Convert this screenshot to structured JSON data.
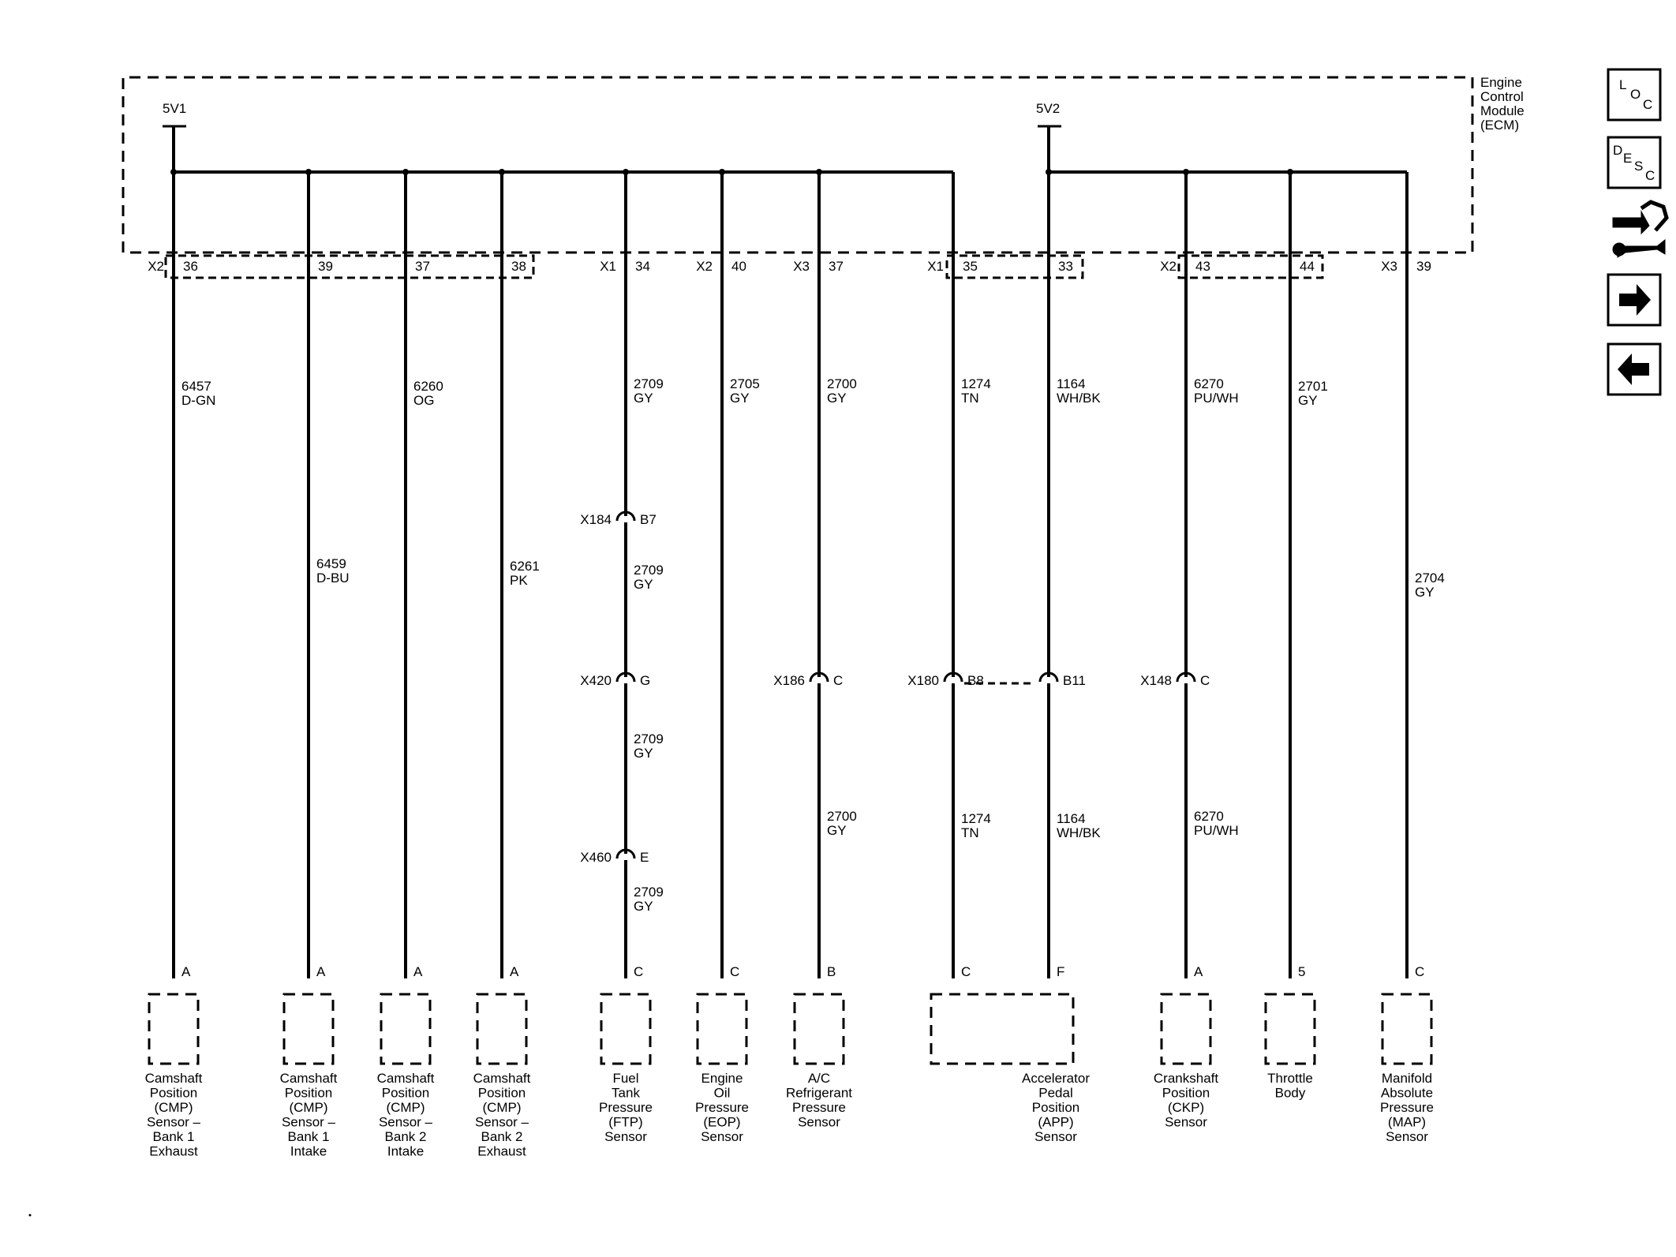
{
  "ecm": {
    "lines": [
      "Engine",
      "Control",
      "Module",
      "(ECM)"
    ],
    "supplies": [
      "5V1",
      "5V2"
    ]
  },
  "nav": [
    {
      "name": "loc-button",
      "icon": "loc-icon",
      "text": [
        "L",
        "O",
        "C"
      ]
    },
    {
      "name": "desc-button",
      "icon": "desc-icon",
      "text": [
        "D",
        "E",
        "S",
        "C"
      ]
    },
    {
      "name": "connector-view-button",
      "icon": "connector-wrench-icon"
    },
    {
      "name": "next-button",
      "icon": "arrow-right-icon"
    },
    {
      "name": "previous-button",
      "icon": "arrow-left-icon"
    }
  ],
  "ecm_connectors": [
    {
      "conn": "X2",
      "pin": "36"
    },
    {
      "conn": "",
      "pin": "39"
    },
    {
      "conn": "",
      "pin": "37"
    },
    {
      "conn": "",
      "pin": "38"
    },
    {
      "conn": "X1",
      "pin": "34"
    },
    {
      "conn": "X2",
      "pin": "40"
    },
    {
      "conn": "X3",
      "pin": "37"
    },
    {
      "conn": "X1",
      "pin": "35"
    },
    {
      "conn": "",
      "pin": "33"
    },
    {
      "conn": "X2",
      "pin": "43"
    },
    {
      "conn": "",
      "pin": "44"
    },
    {
      "conn": "X3",
      "pin": "39"
    }
  ],
  "wires": [
    {
      "circuit": "6457",
      "color": "D-GN"
    },
    {
      "circuit": "6459",
      "color": "D-BU"
    },
    {
      "circuit": "6260",
      "color": "OG"
    },
    {
      "circuit": "6261",
      "color": "PK"
    },
    {
      "circuit": "2709",
      "color": "GY"
    },
    {
      "circuit": "2705",
      "color": "GY"
    },
    {
      "circuit": "2700",
      "color": "GY"
    },
    {
      "circuit": "1274",
      "color": "TN"
    },
    {
      "circuit": "1164",
      "color": "WH/BK"
    },
    {
      "circuit": "6270",
      "color": "PU/WH"
    },
    {
      "circuit": "2701",
      "color": "GY"
    },
    {
      "circuit": "2704",
      "color": "GY"
    }
  ],
  "lower_wires": [
    {
      "circuit": "2709",
      "color": "GY"
    },
    {
      "circuit": "2709",
      "color": "GY"
    },
    {
      "circuit": "2709",
      "color": "GY"
    },
    {
      "circuit": "2700",
      "color": "GY"
    },
    {
      "circuit": "1274",
      "color": "TN"
    },
    {
      "circuit": "1164",
      "color": "WH/BK"
    },
    {
      "circuit": "6270",
      "color": "PU/WH"
    }
  ],
  "inline_connectors": [
    {
      "conn": "X184",
      "pin": "B7"
    },
    {
      "conn": "X420",
      "pin": "G"
    },
    {
      "conn": "X460",
      "pin": "E"
    },
    {
      "conn": "X186",
      "pin": "C"
    },
    {
      "conn": "X180",
      "pin": "B8"
    },
    {
      "conn": "",
      "pin": "B11"
    },
    {
      "conn": "X148",
      "pin": "C"
    }
  ],
  "sensor_pins": [
    "A",
    "A",
    "A",
    "A",
    "C",
    "C",
    "B",
    "C",
    "F",
    "A",
    "5",
    "C"
  ],
  "sensors": [
    {
      "lines": [
        "Camshaft",
        "Position",
        "(CMP)",
        "Sensor –",
        "Bank 1",
        "Exhaust"
      ]
    },
    {
      "lines": [
        "Camshaft",
        "Position",
        "(CMP)",
        "Sensor –",
        "Bank 1",
        "Intake"
      ]
    },
    {
      "lines": [
        "Camshaft",
        "Position",
        "(CMP)",
        "Sensor –",
        "Bank 2",
        "Intake"
      ]
    },
    {
      "lines": [
        "Camshaft",
        "Position",
        "(CMP)",
        "Sensor –",
        "Bank 2",
        "Exhaust"
      ]
    },
    {
      "lines": [
        "Fuel",
        "Tank",
        "Pressure",
        "(FTP)",
        "Sensor"
      ]
    },
    {
      "lines": [
        "Engine",
        "Oil",
        "Pressure",
        "(EOP)",
        "Sensor"
      ]
    },
    {
      "lines": [
        "A/C",
        "Refrigerant",
        "Pressure",
        "Sensor"
      ]
    },
    {
      "lines": [
        "Accelerator",
        "Pedal",
        "Position",
        "(APP)",
        "Sensor"
      ]
    },
    {
      "lines": [
        "Crankshaft",
        "Position",
        "(CKP)",
        "Sensor"
      ]
    },
    {
      "lines": [
        "Throttle",
        "Body"
      ]
    },
    {
      "lines": [
        "Manifold",
        "Absolute",
        "Pressure",
        "(MAP)",
        "Sensor"
      ]
    }
  ]
}
